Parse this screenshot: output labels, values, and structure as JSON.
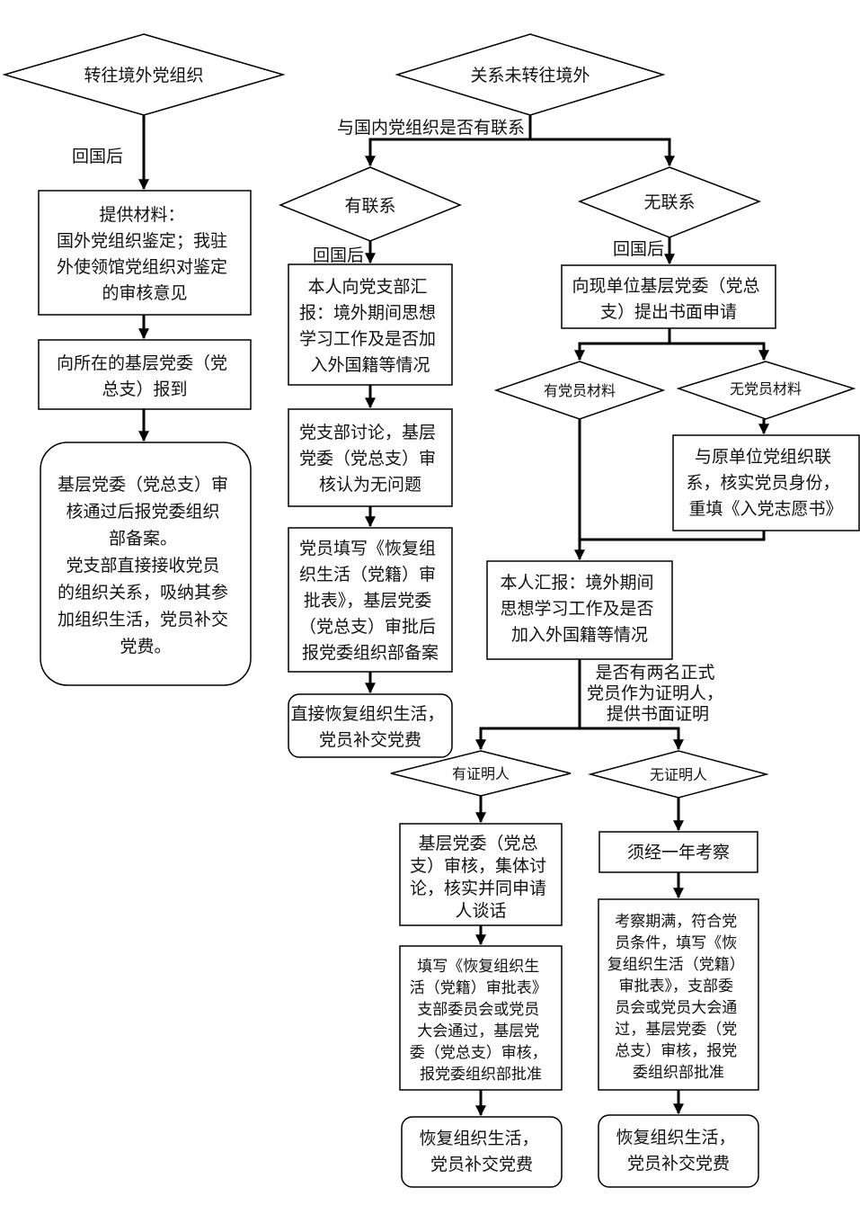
{
  "left": {
    "start": "转往境外党组织",
    "after_return": "回国后",
    "materials": [
      "提供材料：",
      "国外党组织鉴定；我驻",
      "外使领馆党组织对鉴定",
      "的审核意见"
    ],
    "report": [
      "向所在的基层党委（党",
      "总支）报到"
    ],
    "result": [
      "基层党委（党总支）审",
      "核通过后报党委组织",
      "部备案。",
      "党支部直接接收党员",
      "的组织关系，吸纳其参",
      "加组织生活，党员补交",
      "党费。"
    ]
  },
  "top": {
    "start": "关系未转往境外",
    "question": "与国内党组织是否有联系"
  },
  "contact": {
    "decision": "有联系",
    "after_return": "回国后",
    "step1": [
      "本人向党支部汇",
      "报：境外期间思想",
      "学习工作及是否加",
      "入外国籍等情况"
    ],
    "step2": [
      "党支部讨论，基层",
      "党委（党总支）审",
      "核认为无问题"
    ],
    "step3": [
      "党员填写《恢复组",
      "织生活（党籍）审",
      "批表》，基层党委",
      "（党总支）审批后",
      "报党委组织部备案"
    ],
    "end": [
      "直接恢复组织生活，",
      "党员补交党费"
    ]
  },
  "nocontact": {
    "decision": "无联系",
    "after_return": "回国后",
    "apply": [
      "向现单位基层党委（党总",
      "支）提出书面申请"
    ],
    "has_material": "有党员材料",
    "no_material": "无党员材料",
    "verify": [
      "与原单位党组织联",
      "系，核实党员身份，",
      "重填《入党志愿书》"
    ],
    "report": [
      "本人汇报：境外期间",
      "思想学习工作及是否",
      "加入外国籍等情况"
    ],
    "witness_question": [
      "是否有两名正式",
      "党员作为证明人，",
      "提供书面证明"
    ],
    "has_witness": "有证明人",
    "no_witness": "无证明人",
    "w_review": [
      "基层党委（党总",
      "支）审核，集体讨",
      "论，核实并同申请",
      "人谈话"
    ],
    "w_form": [
      "填写《恢复组织生",
      "活（党籍）审批表》",
      "支部委员会或党员",
      "大会通过，基层党",
      "委（党总支）审核，",
      "报党委组织部批准"
    ],
    "w_end": [
      "恢复组织生活，",
      "党员补交党费"
    ],
    "nw_observe": "须经一年考察",
    "nw_form": [
      "考察期满，符合党",
      "员条件，填写《恢",
      "复组织生活（党籍）",
      "审批表》，支部委",
      "员会或党员大会通",
      "过，基层党委（党",
      "总支）审核，报党",
      "委组织部批准"
    ],
    "nw_end": [
      "恢复组织生活，",
      "党员补交党费"
    ]
  }
}
